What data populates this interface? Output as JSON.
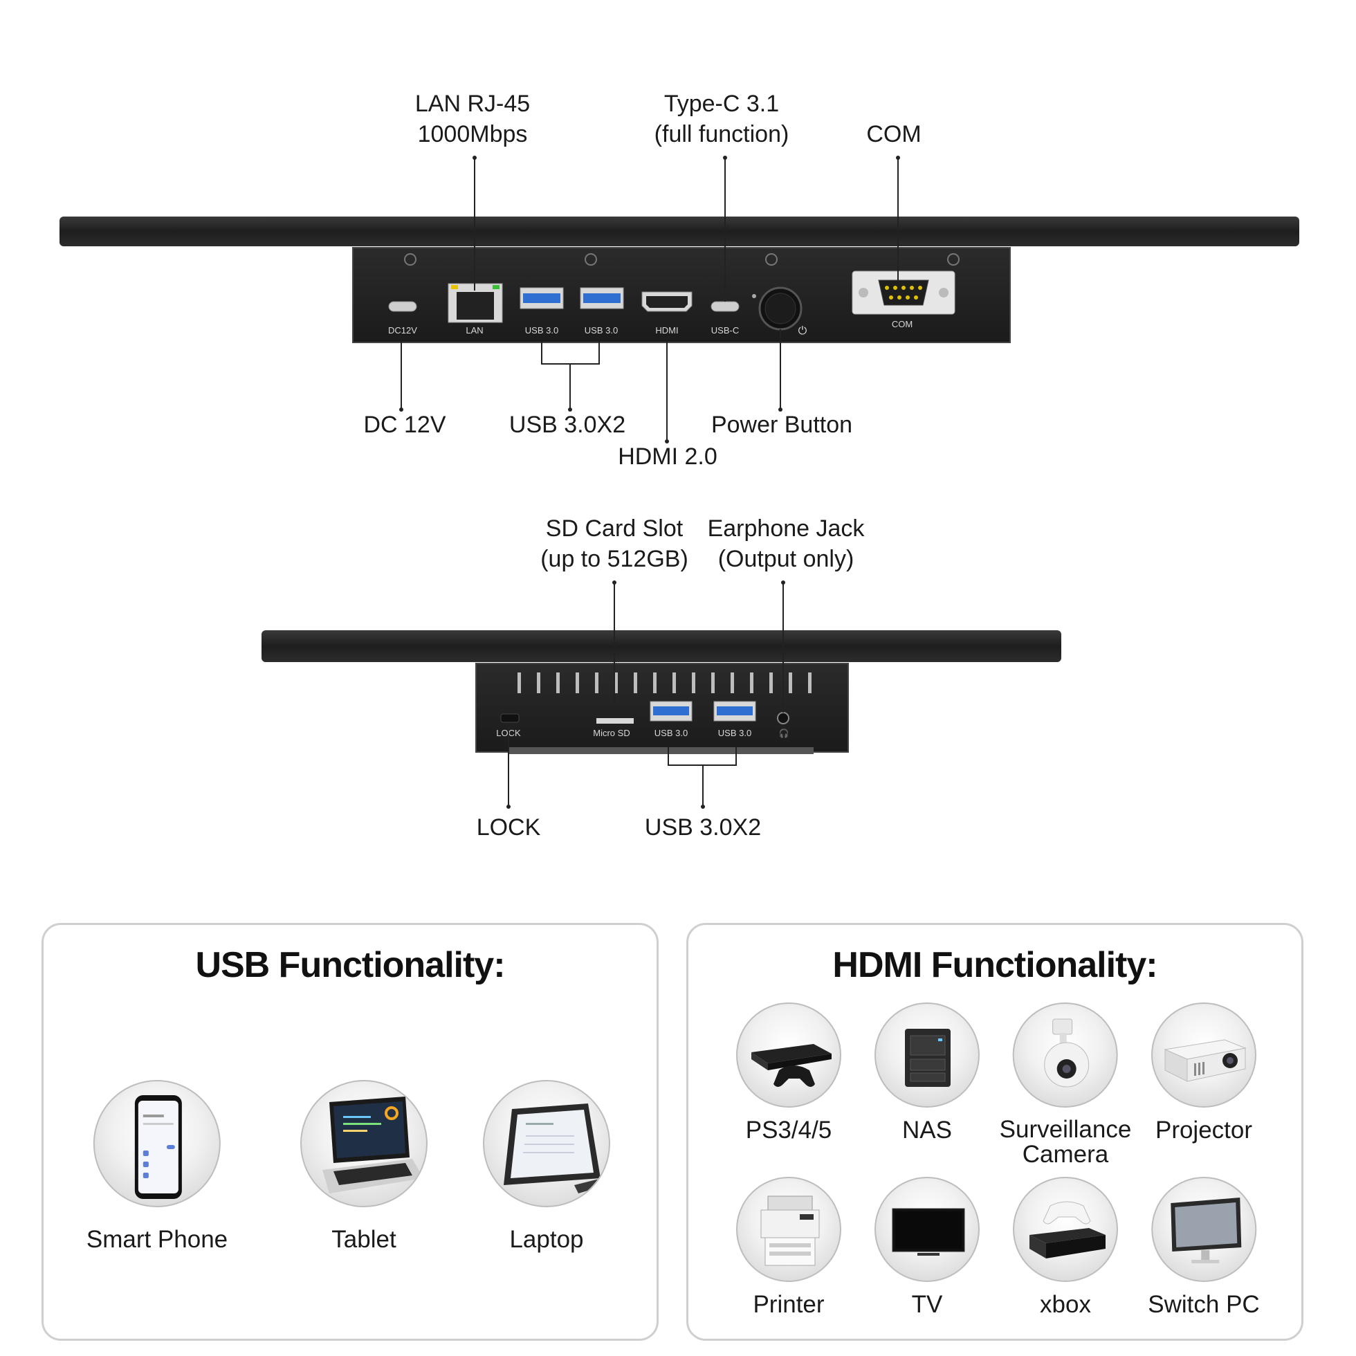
{
  "top_view": {
    "callouts_top": [
      {
        "id": "lan",
        "line1": "LAN RJ-45",
        "line2": "1000Mbps"
      },
      {
        "id": "typec",
        "line1": "Type-C 3.1",
        "line2": "(full function)"
      },
      {
        "id": "com",
        "line1": "",
        "line2": "COM"
      }
    ],
    "callouts_bottom": [
      {
        "id": "dc",
        "text": "DC 12V"
      },
      {
        "id": "usb",
        "text": "USB 3.0X2"
      },
      {
        "id": "hdmi",
        "text": "HDMI 2.0"
      },
      {
        "id": "power",
        "text": "Power Button"
      }
    ],
    "port_labels": {
      "dc": "DC12V",
      "lan": "LAN",
      "usb1": "USB 3.0",
      "usb2": "USB 3.0",
      "hdmi": "HDMI",
      "usbc": "USB-C",
      "com": "COM"
    }
  },
  "side_view": {
    "callouts_top": [
      {
        "id": "sd",
        "line1": "SD Card Slot",
        "line2": "(up to 512GB)"
      },
      {
        "id": "earphone",
        "line1": "Earphone Jack",
        "line2": "(Output only)"
      }
    ],
    "callouts_bottom": [
      {
        "id": "lock",
        "text": "LOCK"
      },
      {
        "id": "usb",
        "text": "USB 3.0X2"
      }
    ],
    "port_labels": {
      "lock": "LOCK",
      "sd": "Micro SD",
      "usb1": "USB 3.0",
      "usb2": "USB 3.0"
    }
  },
  "usb_panel": {
    "title": "USB Functionality:",
    "devices": [
      {
        "name": "Smart Phone",
        "icon": "smartphone-icon"
      },
      {
        "name": "Tablet",
        "icon": "laptop-icon"
      },
      {
        "name": "Laptop",
        "icon": "tablet-icon"
      }
    ]
  },
  "hdmi_panel": {
    "title": "HDMI Functionality:",
    "devices": [
      {
        "name": "PS3/4/5",
        "icon": "game-console-icon"
      },
      {
        "name": "NAS",
        "icon": "nas-icon"
      },
      {
        "name": "Surveillance",
        "name2": "Camera",
        "icon": "camera-icon"
      },
      {
        "name": "Projector",
        "icon": "projector-icon"
      },
      {
        "name": "Printer",
        "icon": "printer-icon"
      },
      {
        "name": "TV",
        "icon": "tv-icon"
      },
      {
        "name": "xbox",
        "icon": "xbox-icon"
      },
      {
        "name": "Switch PC",
        "icon": "monitor-icon"
      }
    ]
  },
  "colors": {
    "device_body": "#222222",
    "usb_blue": "#2f6fd1",
    "leader_line": "#222222",
    "panel_border": "#cfcfcf"
  }
}
